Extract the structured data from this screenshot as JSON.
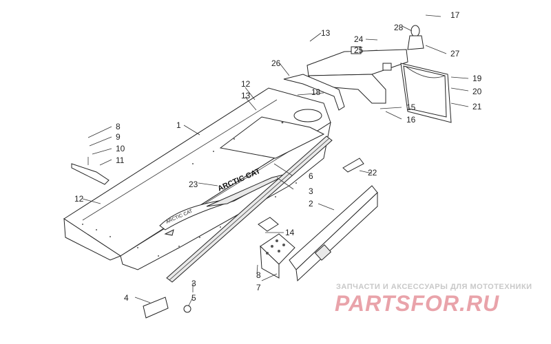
{
  "callouts": [
    "1",
    "2",
    "3",
    "3",
    "4",
    "5",
    "6",
    "7",
    "8",
    "8",
    "9",
    "10",
    "11",
    "12",
    "12",
    "13",
    "13",
    "14",
    "15",
    "16",
    "17",
    "18",
    "19",
    "20",
    "21",
    "22",
    "23",
    "24",
    "25",
    "26",
    "27",
    "28"
  ],
  "decal_text": "ARCTIC CAT",
  "decal_small": "ARCTIC CAT",
  "watermark": {
    "tagline": "ЗАПЧАСТИ И АКСЕССУАРЫ ДЛЯ МОТОТЕХНИКИ",
    "logo": "PARTSFOR.RU"
  }
}
